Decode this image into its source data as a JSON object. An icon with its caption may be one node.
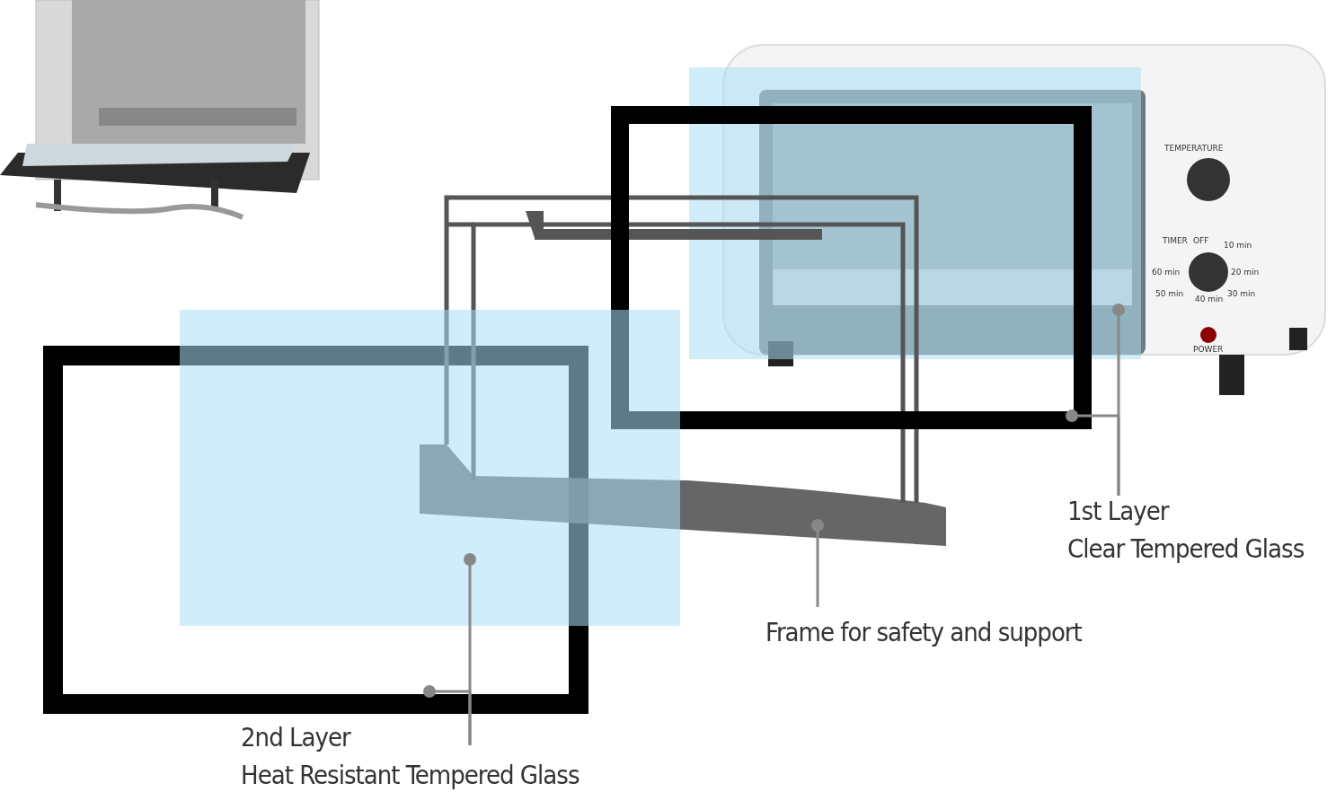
{
  "diagram": {
    "nodes": [
      {
        "text": [],
        "shape": "box"
      },
      {
        "text": [],
        "shape": "box"
      },
      {
        "text": [],
        "shape": "picture"
      },
      {
        "text": [],
        "shape": "box"
      },
      {
        "text": [],
        "shape": "box"
      },
      {
        "text": [
          "1st Layer",
          "Clear Tempered Glass"
        ]
      },
      {
        "text": [
          "Frame for safety and support"
        ]
      },
      {
        "text": [
          "2nd Layer",
          "Heat Resistant Tempered Glass"
        ]
      }
    ],
    "edges": [
      {
        "from": 5,
        "to": 0,
        "arrow": "other"
      },
      {
        "from": 5,
        "to": 1,
        "arrow": "other"
      },
      {
        "from": 6,
        "to": 2,
        "arrow": "other"
      },
      {
        "from": 7,
        "to": 3,
        "arrow": "other"
      },
      {
        "from": 7,
        "to": 4,
        "arrow": "other"
      }
    ],
    "labels": [
      "TEMPERATURE",
      "TIMER",
      "OFF",
      "10 min",
      "20 min",
      "60 min",
      "30 min",
      "50 min",
      "40 min",
      "POWER"
    ]
  }
}
